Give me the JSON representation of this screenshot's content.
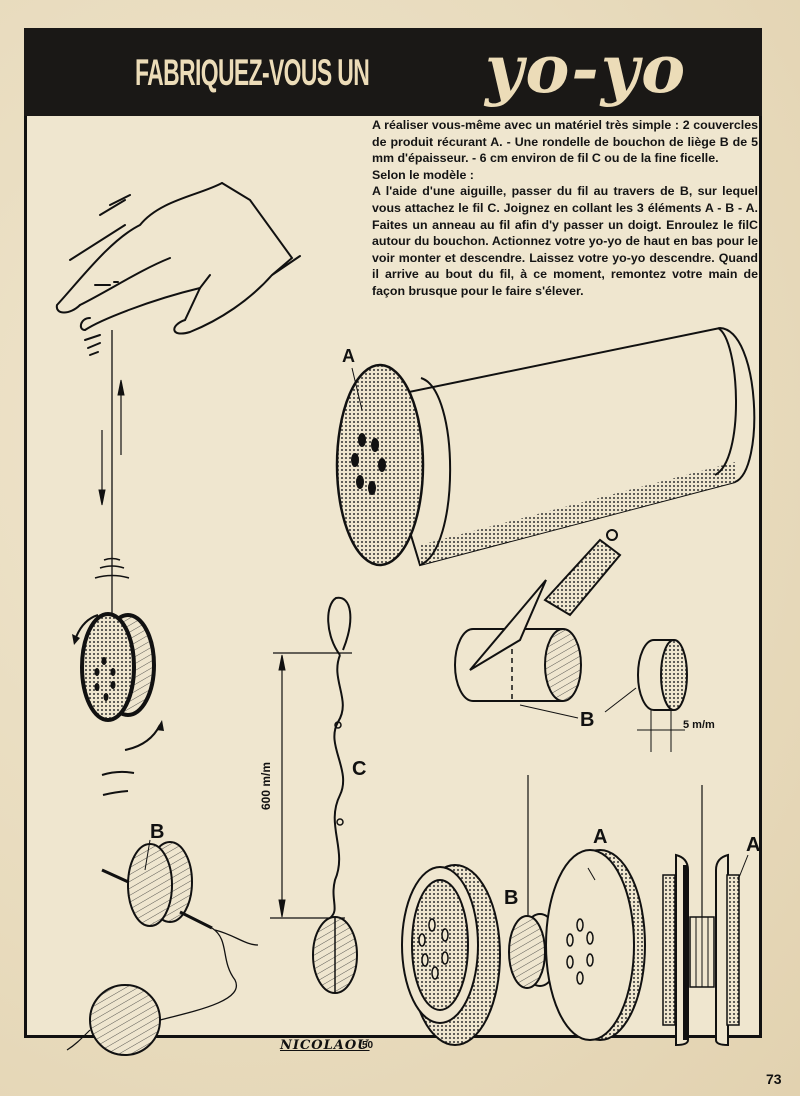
{
  "header": {
    "title_main": "FABRIQUEZ-VOUS UN",
    "title_highlight": "yo-yo"
  },
  "instructions": {
    "paragraphs": [
      "A réaliser vous-même avec un matériel très simple : 2 couvercles de produit récurant A. - Une rondelle de bouchon de liège B de 5 mm d'épaisseur. - 6 cm environ de fil C ou de la fine ficelle.",
      "Selon le modèle :",
      "A l'aide d'une aiguille, passer du fil au travers de B, sur lequel vous attachez le fil C. Joignez en collant les 3 éléments A - B - A. Faites un anneau au fil afin d'y passer un doigt. Enroulez le filC autour du bouchon. Actionnez votre yo-yo de haut en bas pour le voir monter et descendre. Laissez votre yo-yo descendre. Quand il arrive au bout du fil, à ce moment, remontez votre main de façon brusque pour le faire s'élever."
    ]
  },
  "illustrations": {
    "label_A_canister": "A",
    "label_B_cork": "B",
    "dimension_thickness": "5 m/m",
    "label_C_string": "C",
    "dimension_length": "600 m/m",
    "label_B_threading": "B",
    "label_B_assembly": "B",
    "label_A_assembly": "A",
    "label_A_side": "A"
  },
  "footer": {
    "signature": "NICOLAOU",
    "signature_year": "50",
    "page_number": "73"
  }
}
